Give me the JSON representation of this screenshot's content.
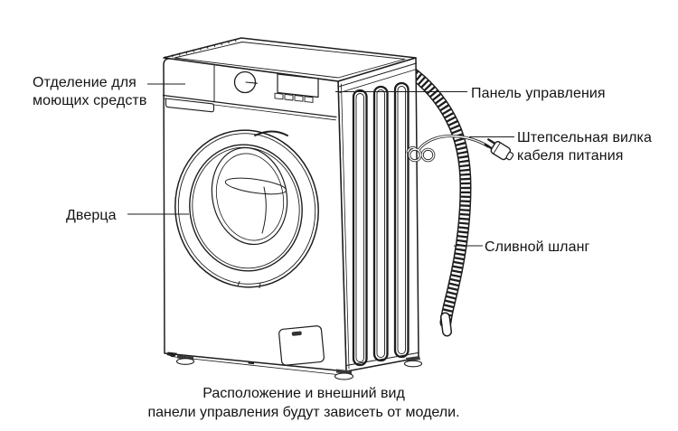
{
  "diagram": {
    "type": "labeled-illustration",
    "subject": "front-loading washing machine",
    "colors": {
      "line": "#1d1d1d",
      "background": "#ffffff",
      "text": "#141414"
    },
    "callouts": [
      {
        "id": "detergent-compartment",
        "text": "Отделение для\nмоющих средств",
        "side": "left"
      },
      {
        "id": "control-panel",
        "text": "Панель управления",
        "side": "right"
      },
      {
        "id": "power-plug",
        "text": "Штепсельная вилка\nкабеля питания",
        "side": "right"
      },
      {
        "id": "door",
        "text": "Дверца",
        "side": "left"
      },
      {
        "id": "drain-hose",
        "text": "Сливной шланг",
        "side": "right"
      }
    ],
    "caption": "Расположение и внешний вид\nпанели управления будут зависеть от модели."
  }
}
